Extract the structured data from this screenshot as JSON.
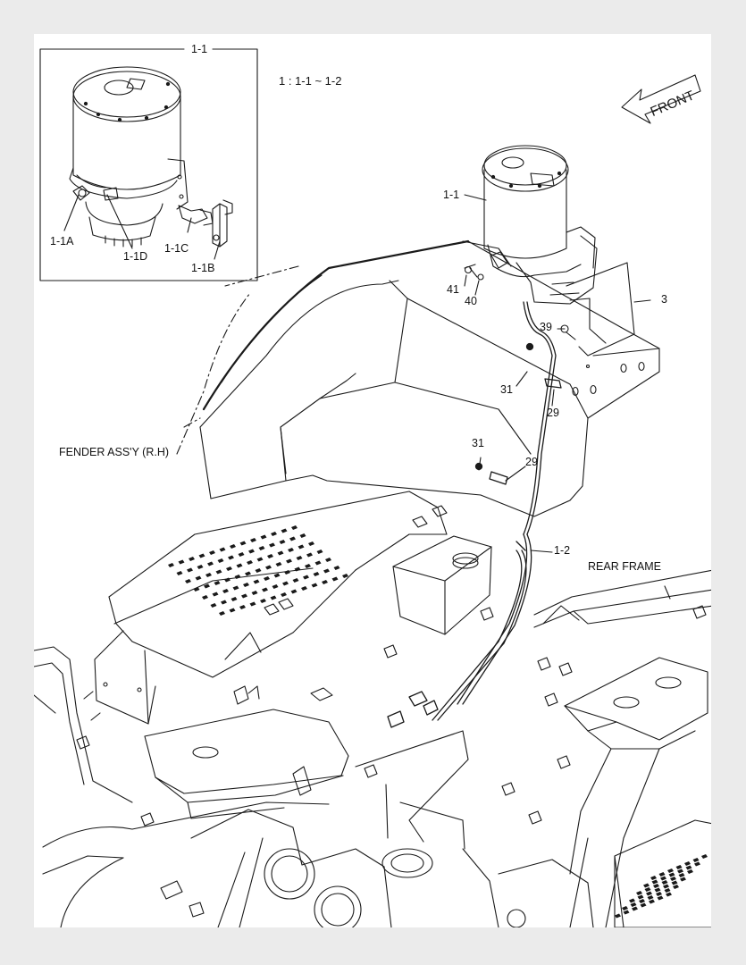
{
  "inset": {
    "title": "1-1"
  },
  "note": "1 : 1-1 ~ 1-2",
  "direction": {
    "text": "FRONT"
  },
  "callouts": {
    "c_1_1a": "1-1A",
    "c_1_1d": "1-1D",
    "c_1_1c": "1-1C",
    "c_1_1b": "1-1B",
    "c_1_1": "1-1",
    "c_41": "41",
    "c_40": "40",
    "c_3": "3",
    "c_39": "39",
    "c_31_top": "31",
    "c_29_top": "29",
    "c_31_bot": "31",
    "c_29_bot": "29",
    "c_1_2": "1-2"
  },
  "assemblies": {
    "fender": "FENDER ASS'Y (R.H)",
    "rear_frame": "REAR FRAME"
  },
  "colors": {
    "line": "#1a1a1a",
    "paper": "#ffffff",
    "background": "#ebebeb"
  }
}
